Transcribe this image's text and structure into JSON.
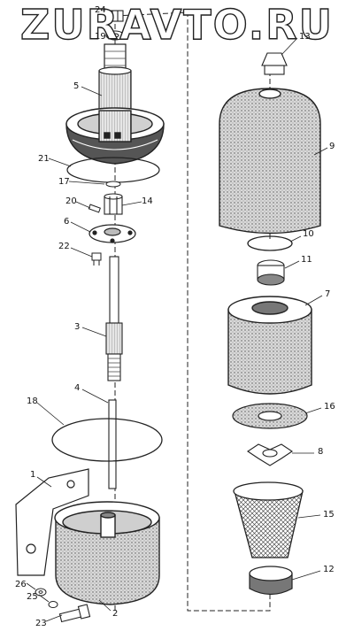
{
  "watermark": "ZURAVTO.RU",
  "colors": {
    "ink": "#222222",
    "paper": "#ffffff",
    "shade": "#9a9a9a"
  },
  "callouts": [
    {
      "id": "c1",
      "text": "1"
    },
    {
      "id": "c2",
      "text": "2"
    },
    {
      "id": "c3",
      "text": "3"
    },
    {
      "id": "c4",
      "text": "4"
    },
    {
      "id": "c5",
      "text": "5"
    },
    {
      "id": "c6",
      "text": "6"
    },
    {
      "id": "c7",
      "text": "7"
    },
    {
      "id": "c8",
      "text": "8"
    },
    {
      "id": "c9",
      "text": "9"
    },
    {
      "id": "c10",
      "text": "10"
    },
    {
      "id": "c11",
      "text": "11"
    },
    {
      "id": "c12",
      "text": "12"
    },
    {
      "id": "c13",
      "text": "13"
    },
    {
      "id": "c14",
      "text": "14"
    },
    {
      "id": "c15",
      "text": "15"
    },
    {
      "id": "c16",
      "text": "16"
    },
    {
      "id": "c17",
      "text": "17"
    },
    {
      "id": "c18",
      "text": "18"
    },
    {
      "id": "c19",
      "text": "19"
    },
    {
      "id": "c20",
      "text": "20"
    },
    {
      "id": "c21",
      "text": "21"
    },
    {
      "id": "c22",
      "text": "22"
    },
    {
      "id": "c23",
      "text": "23"
    },
    {
      "id": "c24",
      "text": "24"
    },
    {
      "id": "c25",
      "text": "25"
    },
    {
      "id": "c26",
      "text": "26"
    }
  ]
}
